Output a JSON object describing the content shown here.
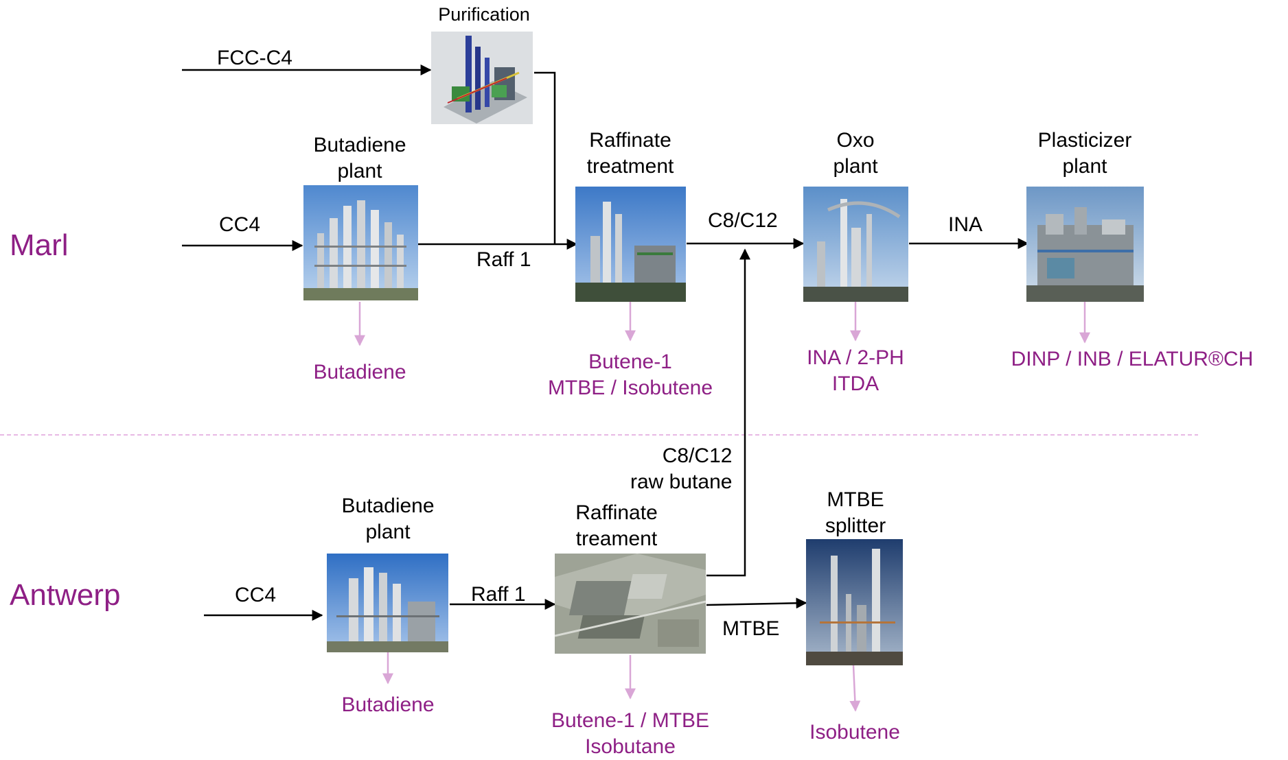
{
  "sites": {
    "top": "Marl",
    "bottom": "Antwerp"
  },
  "marl": {
    "purification": "Purification",
    "feed_fcc": "FCC-C4",
    "feed_cc4": "CC4",
    "butadiene_plant": [
      "Butadiene",
      "plant"
    ],
    "raffinate_treatment": [
      "Raffinate",
      "treatment"
    ],
    "oxo_plant": [
      "Oxo",
      "plant"
    ],
    "plasticizer_plant": [
      "Plasticizer",
      "plant"
    ],
    "flow_raff1": "Raff 1",
    "flow_c8c12": "C8/C12",
    "flow_ina": "INA",
    "products": {
      "butadiene": "Butadiene",
      "raffinate": [
        "Butene-1",
        "MTBE / Isobutene"
      ],
      "oxo": [
        "INA / 2-PH",
        "ITDA"
      ],
      "plasticizer": "DINP / INB / ELATUR®CH"
    }
  },
  "antwerp": {
    "feed_cc4": "CC4",
    "butadiene_plant": [
      "Butadiene",
      "plant"
    ],
    "raffinate_treatment": [
      "Raffinate",
      "treament"
    ],
    "mtbe_splitter": [
      "MTBE",
      "splitter"
    ],
    "flow_raff1": "Raff 1",
    "flow_c8c12": [
      "C8/C12",
      "raw butane"
    ],
    "flow_mtbe": "MTBE",
    "products": {
      "butadiene": "Butadiene",
      "raffinate": [
        "Butene-1 / MTBE",
        "Isobutane"
      ],
      "mtbe_splitter": "Isobutene"
    }
  },
  "colors": {
    "product_text": "#8e1f85",
    "product_arrow": "#d9a6d6",
    "divider": "#e0a0dc",
    "flow": "#000000"
  }
}
